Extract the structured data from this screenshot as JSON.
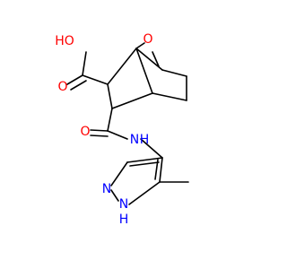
{
  "molecule": {
    "atom_labels": {
      "acid_oh": "HO",
      "acid_carbonyl_o": "O",
      "bridge_o": "O",
      "amide_carbonyl_o": "O",
      "amide_nh": "N",
      "amide_h": "H",
      "pyrazole_n1": "N",
      "pyrazole_nh": "N",
      "pyrazole_nh_h": "H"
    }
  },
  "colors": {
    "oxygen": "#ff0000",
    "nitrogen": "#0000ff",
    "bond": "#000000"
  }
}
